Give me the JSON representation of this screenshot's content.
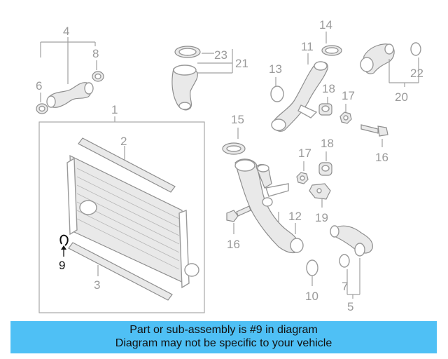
{
  "diagram": {
    "callouts": {
      "c1": "1",
      "c2": "2",
      "c3": "3",
      "c4": "4",
      "c5": "5",
      "c6": "6",
      "c7": "7",
      "c8": "8",
      "c9": "9",
      "c10": "10",
      "c11": "11",
      "c12": "12",
      "c13": "13",
      "c14": "14",
      "c15": "15",
      "c16a": "16",
      "c16b": "16",
      "c17a": "17",
      "c17b": "17",
      "c18a": "18",
      "c18b": "18",
      "c19": "19",
      "c20": "20",
      "c21": "21",
      "c22": "22",
      "c23": "23"
    },
    "highlighted_part": "9",
    "colors": {
      "highlight": "#111111",
      "callout": "#9a9a9a",
      "banner": "#4fc0f5"
    }
  },
  "banner": {
    "line1": "Part or sub-assembly is #9 in diagram",
    "line2": "Diagram may not be specific to your vehicle"
  }
}
